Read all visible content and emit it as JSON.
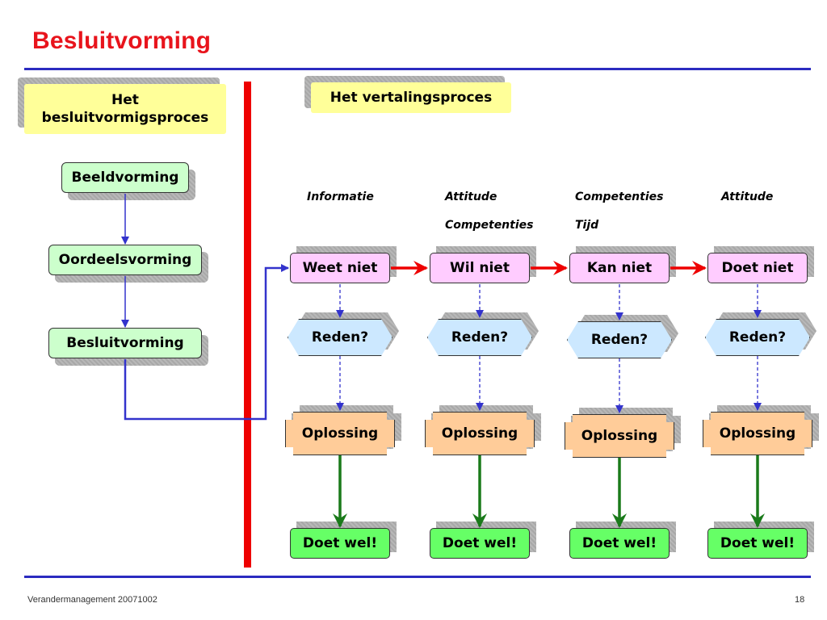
{
  "slide": {
    "title": "Besluitvorming",
    "footer_left": "Verandermanagement 20071002",
    "page_number": "18"
  },
  "left_section": {
    "header": [
      "Het",
      "besluitvormigsproces"
    ],
    "steps": [
      "Beeldvorming",
      "Oordeelsvorming",
      "Besluitvorming"
    ]
  },
  "right_section": {
    "header": "Het vertalingsproces",
    "columns": [
      {
        "labels": [
          "Informatie"
        ],
        "state": "Weet niet",
        "reason": "Reden?",
        "solution": "Oplossing",
        "result": "Doet wel!"
      },
      {
        "labels": [
          "Attitude",
          "Competenties"
        ],
        "state": "Wil niet",
        "reason": "Reden?",
        "solution": "Oplossing",
        "result": "Doet wel!"
      },
      {
        "labels": [
          "Competenties",
          "Tijd"
        ],
        "state": "Kan niet",
        "reason": "Reden?",
        "solution": "Oplossing",
        "result": "Doet wel!"
      },
      {
        "labels": [
          "Attitude"
        ],
        "state": "Doet niet",
        "reason": "Reden?",
        "solution": "Oplossing",
        "result": "Doet wel!"
      }
    ]
  },
  "colors": {
    "title": "#e8141c",
    "rule": "#2b2bc0",
    "divider": "#ee0000",
    "flow_arrow": "#ee0000",
    "connector": "#3333cc",
    "result_arrow": "#1a7a1a"
  }
}
